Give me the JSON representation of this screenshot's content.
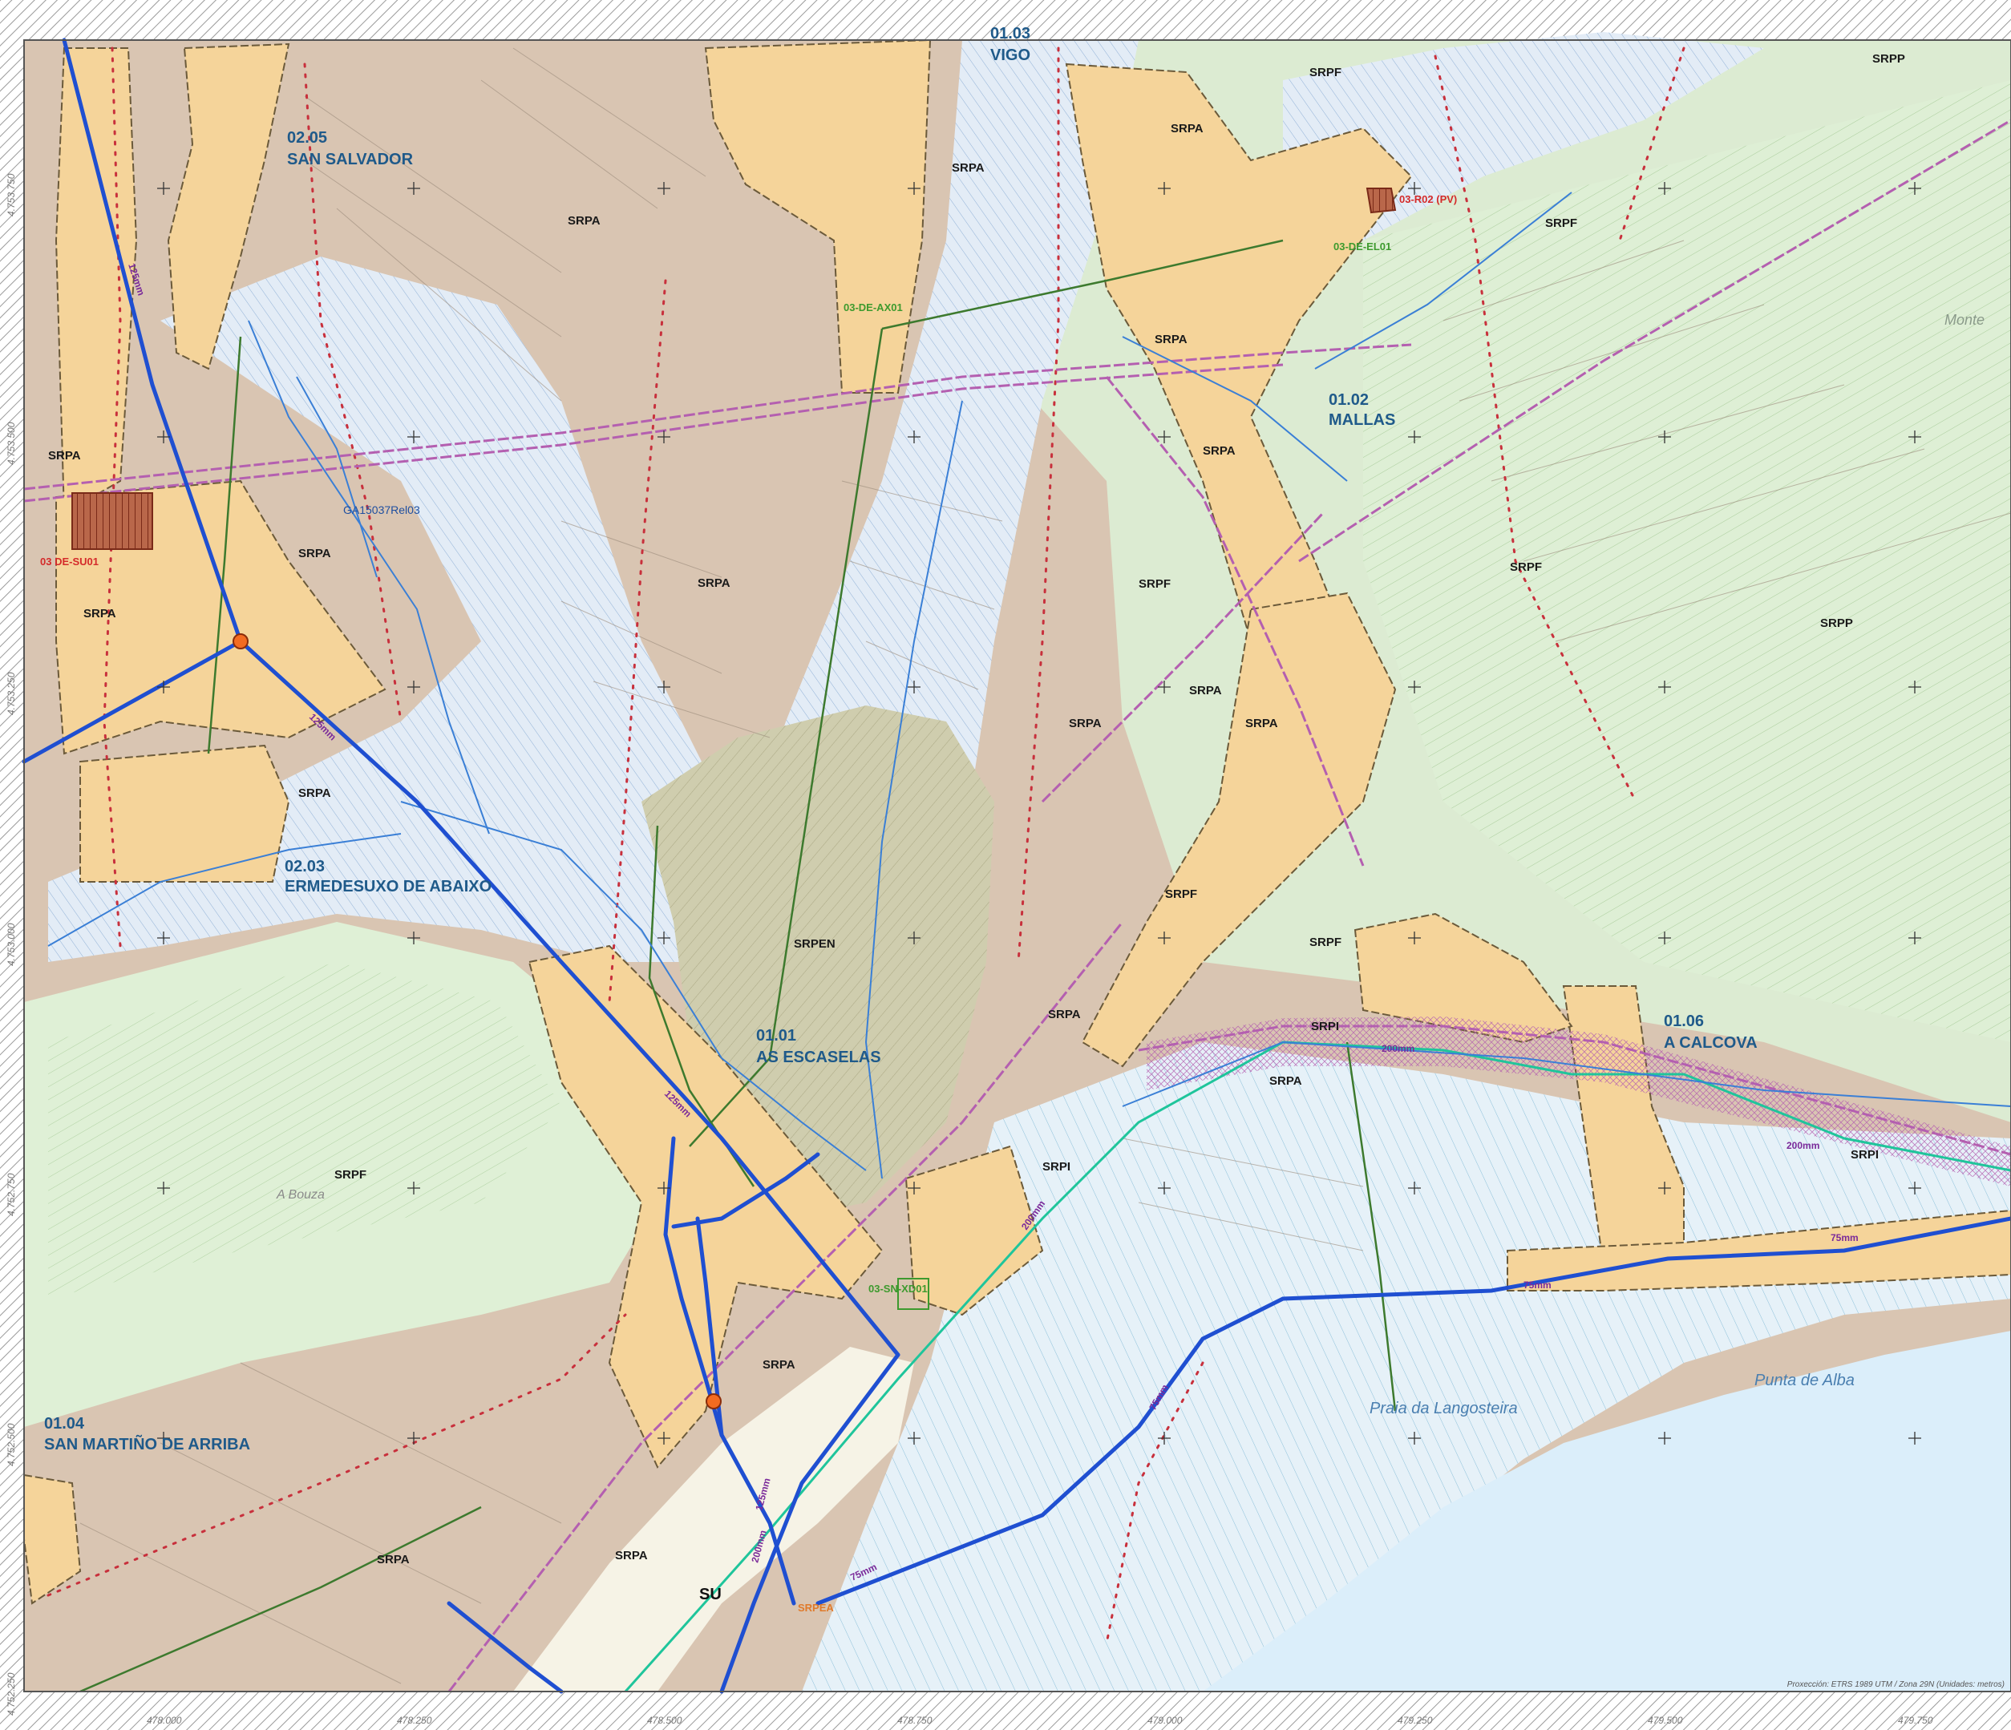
{
  "colors": {
    "rustic_agricultural": "#d9c5b2",
    "rustic_forest": "#d8ecd0",
    "rustic_forest_protected": "#e3efd9",
    "rustic_natural": "#c9c8a8",
    "water_buffer": "#dde8f4",
    "settlement": "#f5d49a",
    "urban_soil": "#f6f3e6",
    "sea": "#dbeefa",
    "water_main": "#1f4fd1",
    "stream": "#3a7fd6",
    "infrastructure": "#b45fb0",
    "boundary_red": "#c8303c",
    "green_line": "#3d7a2e",
    "teal_line": "#1fc59b",
    "frame_hatch": "#8a8a8a"
  },
  "zone_labels": {
    "srpa": "SRPA",
    "srpf": "SRPF",
    "srpp": "SRPP",
    "srpen": "SRPEN",
    "srpi": "SRPI",
    "su": "SU",
    "srpea": "SRPEA"
  },
  "places": [
    {
      "code": "02.05",
      "name": "SAN SALVADOR"
    },
    {
      "code": "01.03",
      "name": "VIGO"
    },
    {
      "code": "01.02",
      "name": "MALLAS"
    },
    {
      "code": "02.03",
      "name": "ERMEDESUXO DE ABAIXO"
    },
    {
      "code": "01.01",
      "name": "AS ESCASELAS"
    },
    {
      "code": "01.06",
      "name": "A CALCOVA"
    },
    {
      "code": "01.04",
      "name": "SAN MARTIÑO DE ARRIBA"
    }
  ],
  "codes": {
    "de_su01": "03 DE-SU01",
    "r02": "03-R02 (PV)",
    "de_el01": "03-DE-EL01",
    "de_ax01": "03-DE-AX01",
    "sn_xd01": "03-SN-XD01",
    "ga": "GA15037Rel03"
  },
  "pipe_labels": {
    "p125": "125mm",
    "p200": "200mm",
    "p75": "75mm"
  },
  "toponyms": {
    "praia": "Praia da Langosteira",
    "punta": "Punta de Alba",
    "bouza": "A Bouza",
    "montes": "Monte"
  },
  "axis_bottom": [
    "478.000",
    "478.250",
    "478.500",
    "478.750",
    "479.000",
    "479.250",
    "479.500",
    "479.750"
  ],
  "axis_left": [
    "4.753.750",
    "4.753.500",
    "4.753.250",
    "4.753.000",
    "4.752.750",
    "4.752.500",
    "4.752.250"
  ],
  "projection_note": "Proxección: ETRS 1989 UTM / Zona 29N (Unidades: metros)"
}
